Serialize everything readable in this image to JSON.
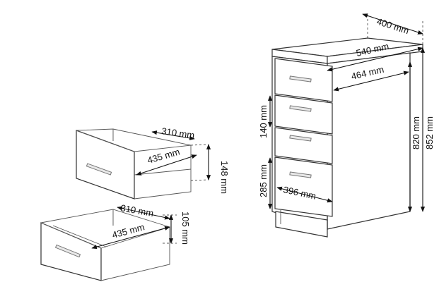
{
  "dimensions": {
    "top_depth": "400 mm",
    "top_width": "540 mm",
    "inner_width": "464 mm",
    "total_height": "852 mm",
    "body_height": "820 mm",
    "drawer_front_small": "140 mm",
    "drawer_front_large": "285 mm",
    "drawer_box_width": "396 mm",
    "upper_drawer_depth": "310 mm",
    "upper_drawer_length": "435 mm",
    "upper_drawer_height": "148 mm",
    "lower_drawer_depth": "310 mm",
    "lower_drawer_length": "435 mm",
    "lower_drawer_height": "105 mm"
  }
}
